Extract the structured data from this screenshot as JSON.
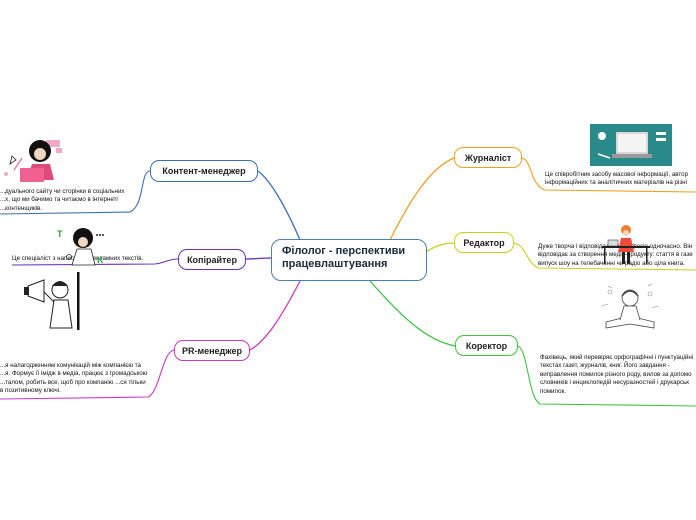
{
  "center": {
    "title": "Філолог - перспективи працевлаштування"
  },
  "branches": [
    {
      "id": "content",
      "label": "Контент-менеджер",
      "color": "#3b6fb6",
      "desc": "...дуального сайту чи сторінки в соціальних ...х, що ми бачимо та читаємо в інтернеті ...контенщиків."
    },
    {
      "id": "copy",
      "label": "Копірайтер",
      "color": "#6a2fc0",
      "desc": "Це спеціаліст з написання рекламних текстів."
    },
    {
      "id": "pr",
      "label": "PR-менеджер",
      "color": "#d036c8",
      "desc": "...я налагодженням комунікацій між компанією та ...я. Формує її імідж в медіа, працює з громадською ...талом, робить все, щоб про компанію ...ся тільки в позитивному ключі."
    },
    {
      "id": "journalist",
      "label": "Журналіст",
      "color": "#f0a020",
      "desc": "Це співробітник засобу масової інформації, автор інформаційних та аналітичних матеріалів на різні"
    },
    {
      "id": "editor",
      "label": "Редактор",
      "color": "#c8d21a",
      "desc": "Дуже творча і відповідальна професія одночасно. Він відповідає за створення медіа-продукту: стаття в газе випуск шоу на телебаченні чи радіо або ціла книга."
    },
    {
      "id": "corrector",
      "label": "Коректор",
      "color": "#3cc63c",
      "desc": "Фахівець, який перевіряє орфографічні і пунктуаційні текстах газет, журналів, книг. Його завдання - виправлення помилок різного роду, вилов за допомо словників і енциклопедій несуразностей і друкарськ помилок."
    }
  ]
}
